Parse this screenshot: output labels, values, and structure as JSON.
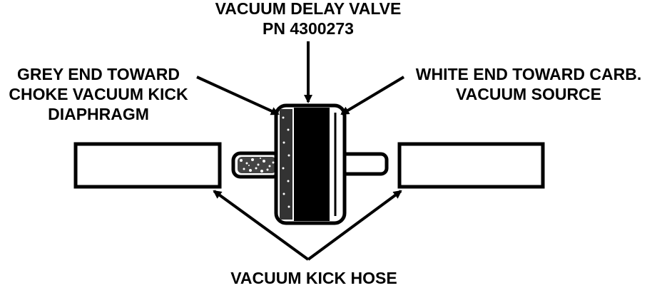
{
  "labels": {
    "valve_title": "VACUUM DELAY VALVE",
    "valve_part_number": "PN 4300273",
    "grey_end_line1": "GREY END TOWARD",
    "grey_end_line2": "CHOKE VACUUM KICK",
    "grey_end_line3": "DIAPHRAGM",
    "white_end_line1": "WHITE END TOWARD CARB.",
    "white_end_line2": "VACUUM SOURCE",
    "hose_label": "VACUUM KICK HOSE"
  },
  "colors": {
    "ink": "#000000",
    "paper": "#ffffff"
  }
}
